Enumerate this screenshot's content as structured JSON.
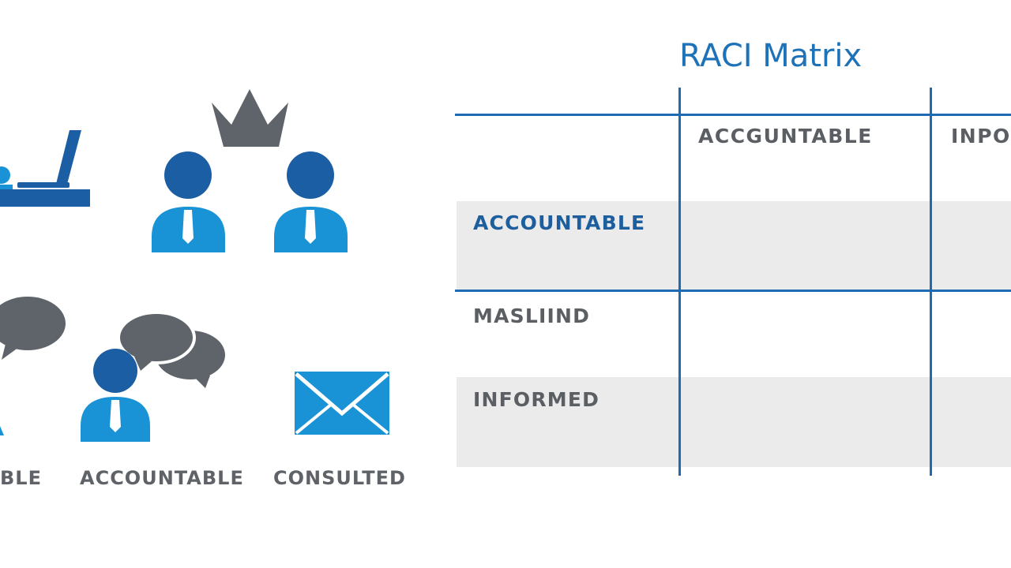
{
  "title": "RACI Matrix",
  "icon_labels": {
    "responsible": "BLE",
    "accountable": "ACCOUNTABLE",
    "consulted": "CONSULTED"
  },
  "matrix": {
    "column_headers": [
      "ACCGUNTABLE",
      "INPO"
    ],
    "row_labels": [
      "ACCOUNTABLE",
      "MASLIIND",
      "INFORMED"
    ]
  },
  "colors": {
    "primary_blue": "#1f6bb3",
    "light_blue": "#1a93d6",
    "dark_blue": "#1c5ea3",
    "gray_icon": "#5e6469",
    "band_gray": "#ebebeb"
  },
  "icons": [
    "laptop-icon",
    "crown-icon",
    "person-icon",
    "speech-bubble-icon",
    "envelope-icon"
  ]
}
